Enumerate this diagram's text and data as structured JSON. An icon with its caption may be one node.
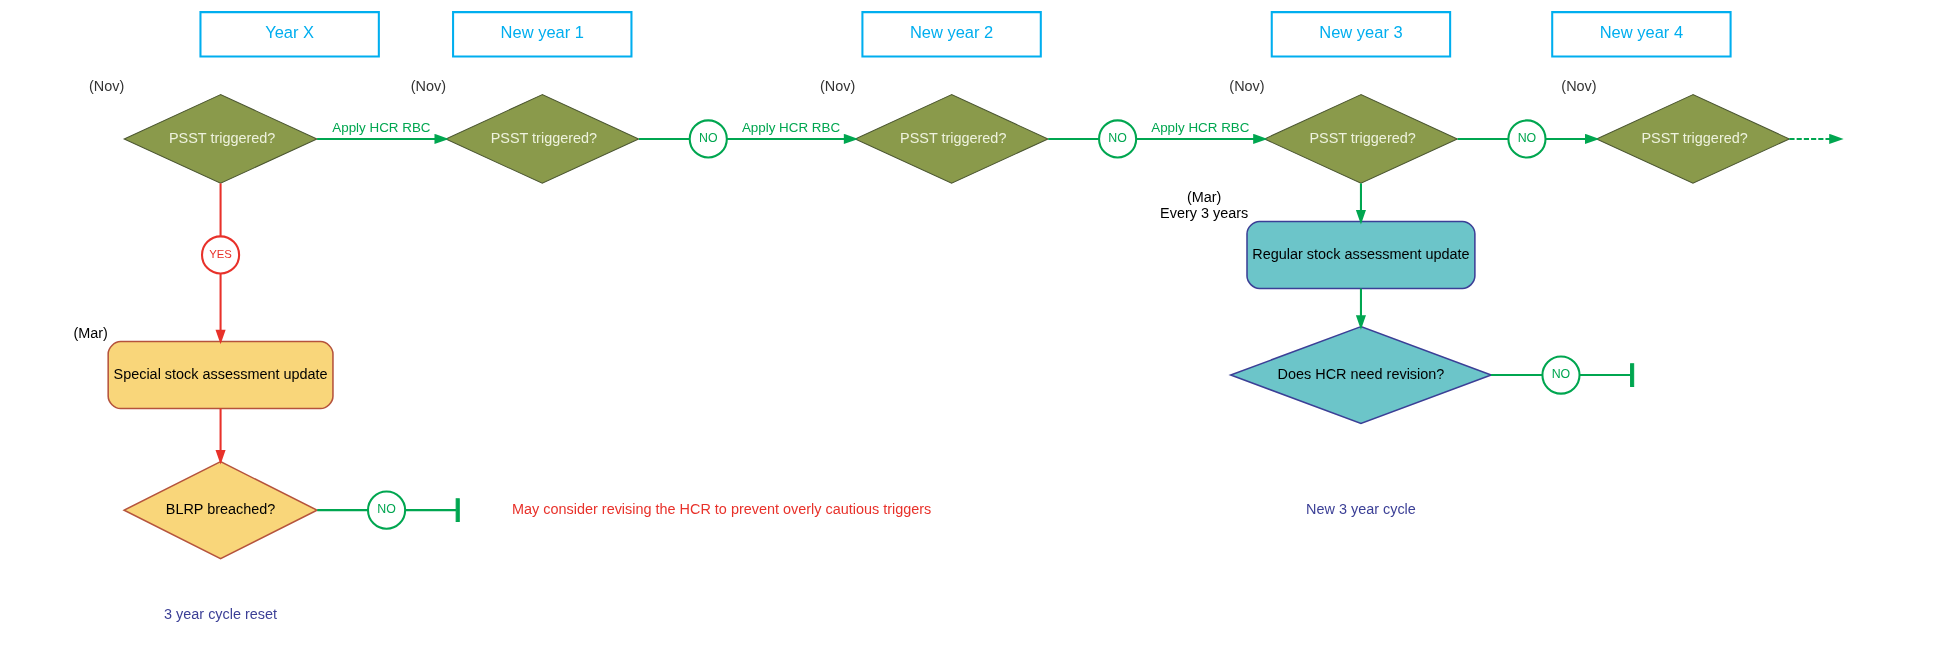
{
  "diagram": {
    "nodes": [
      {
        "text": [
          "Year X"
        ]
      },
      {
        "text": [
          "New year 1"
        ]
      },
      {
        "text": [
          "New year 2"
        ]
      },
      {
        "text": [
          "New year 3"
        ]
      },
      {
        "text": [
          "New year 4"
        ]
      },
      {
        "text": [
          "PSST triggered?"
        ],
        "beside": [
          "(Nov)"
        ]
      },
      {
        "text": [
          "PSST triggered?"
        ],
        "beside": [
          "(Nov)"
        ]
      },
      {
        "text": [
          "PSST triggered?"
        ],
        "beside": [
          "(Nov)"
        ]
      },
      {
        "text": [
          "PSST triggered?"
        ],
        "beside": [
          "(Nov)"
        ]
      },
      {
        "text": [
          "PSST triggered?"
        ],
        "beside": [
          "(Nov)"
        ]
      },
      {
        "text": [
          "YES"
        ]
      },
      {
        "text": [
          "Special stock assessment update"
        ],
        "beside": [
          "(Mar)"
        ]
      },
      {
        "text": [
          "BLRP breached?"
        ]
      },
      {
        "text": [
          "NO"
        ]
      },
      {
        "text": [
          "NO"
        ]
      },
      {
        "text": [
          "NO"
        ]
      },
      {
        "text": [
          "NO"
        ]
      },
      {
        "text": [
          "Regular stock assessment update"
        ],
        "beside": [
          "(Mar)",
          "Every 3 years"
        ]
      },
      {
        "text": [
          "Does HCR need revision?"
        ]
      },
      {
        "text": [
          "NO"
        ]
      }
    ],
    "edges": [
      {
        "from": 5,
        "to": 6,
        "arrow": "to",
        "label": "Apply HCR RBC"
      },
      {
        "from": 6,
        "to": 14,
        "arrow": "none"
      },
      {
        "from": 14,
        "to": 7,
        "arrow": "to",
        "label": "Apply HCR RBC"
      },
      {
        "from": 7,
        "to": 15,
        "arrow": "none"
      },
      {
        "from": 15,
        "to": 8,
        "arrow": "to",
        "label": "Apply HCR RBC"
      },
      {
        "from": 8,
        "to": 16,
        "arrow": "none"
      },
      {
        "from": 16,
        "to": 9,
        "arrow": "to"
      },
      {
        "from": 9,
        "to": null,
        "arrow": "to",
        "style": "dashed"
      },
      {
        "from": 5,
        "to": 10,
        "arrow": "none",
        "color": "#e8312a"
      },
      {
        "from": 10,
        "to": 11,
        "arrow": "to",
        "color": "#e8312a"
      },
      {
        "from": 11,
        "to": 12,
        "arrow": "to",
        "color": "#e8312a"
      },
      {
        "from": 12,
        "to": 13,
        "arrow": "none"
      },
      {
        "from": 13,
        "to": null,
        "arrow": "other"
      },
      {
        "from": 8,
        "to": 17,
        "arrow": "to"
      },
      {
        "from": 17,
        "to": 18,
        "arrow": "to"
      },
      {
        "from": 18,
        "to": 19,
        "arrow": "none"
      },
      {
        "from": 19,
        "to": null,
        "arrow": "other"
      }
    ],
    "labels": [
      "May consider revising the HCR to prevent overly cautious triggers",
      "3 year cycle reset",
      "New 3 year cycle"
    ]
  }
}
